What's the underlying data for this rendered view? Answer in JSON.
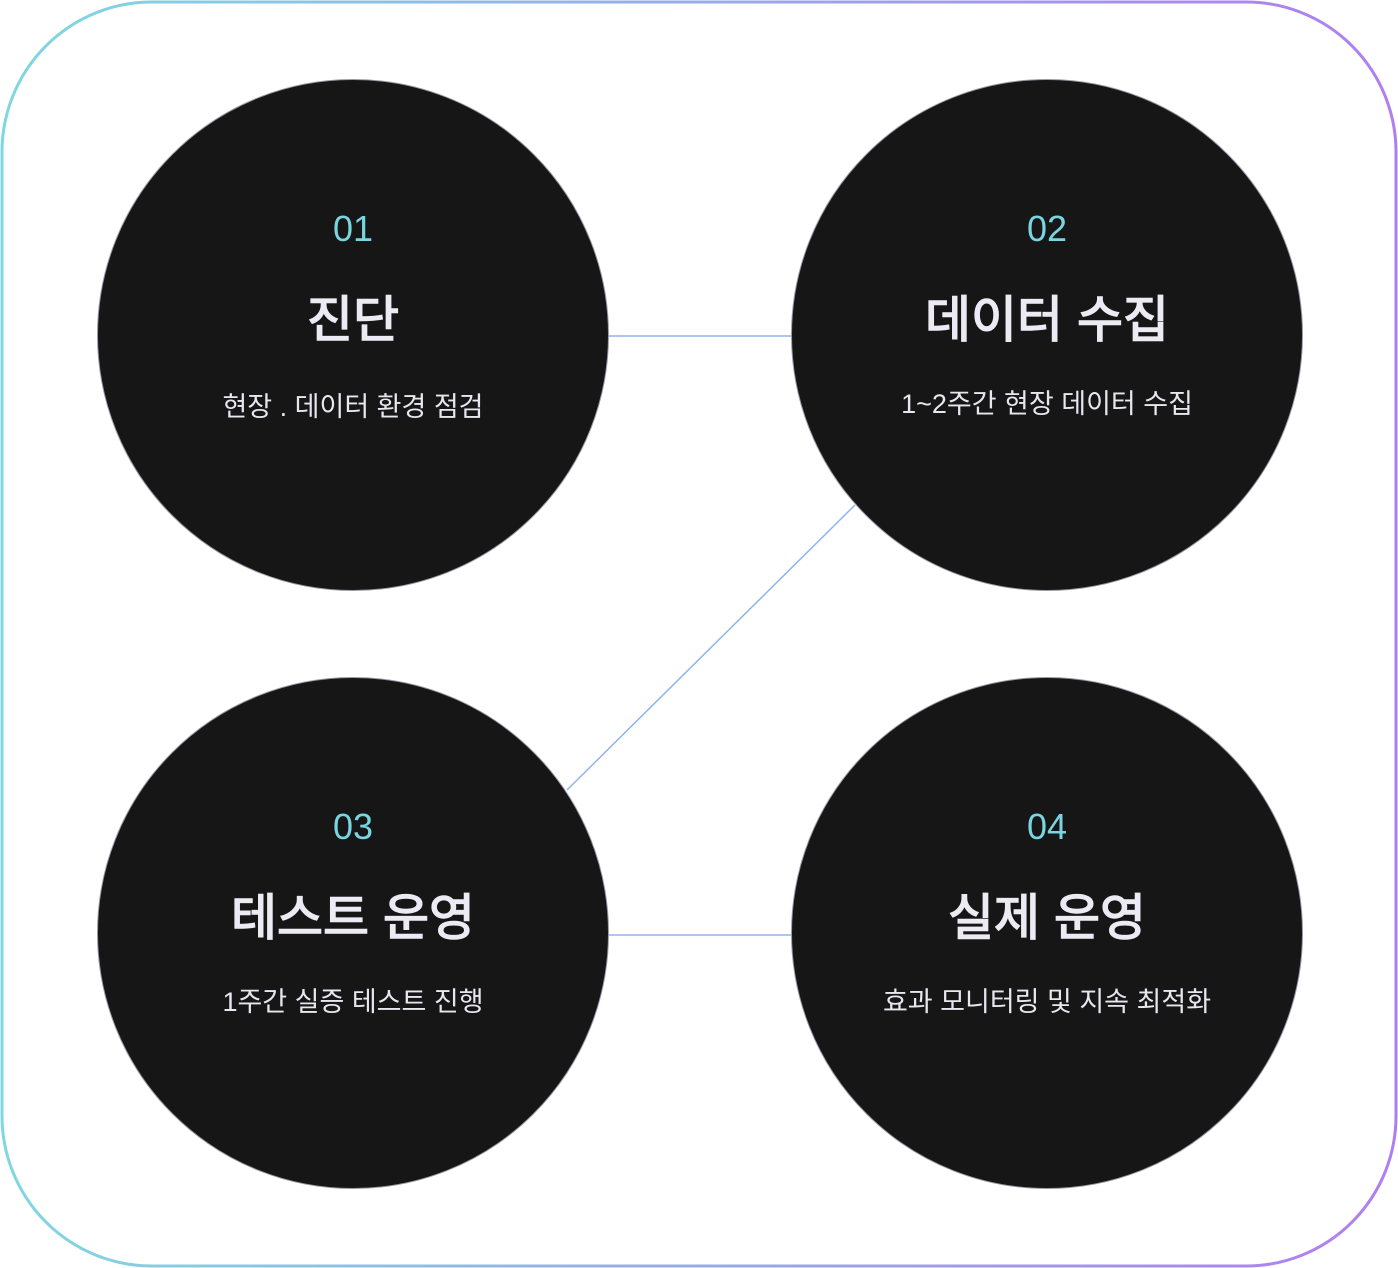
{
  "colors": {
    "border_start": "#7fd8e0",
    "border_end": "#b07ef0",
    "circle": "#161616",
    "number": "#79d5df",
    "connector": "#8fb4ec"
  },
  "steps": [
    {
      "number": "01",
      "title": "진단",
      "desc": "현장 . 데이터 환경 점검"
    },
    {
      "number": "02",
      "title": "데이터 수집",
      "desc": "1~2주간 현장 데이터 수집"
    },
    {
      "number": "03",
      "title": "테스트 운영",
      "desc": "1주간 실증 테스트 진행"
    },
    {
      "number": "04",
      "title": "실제 운영",
      "desc": "효과 모니터링 및 지속 최적화"
    }
  ]
}
